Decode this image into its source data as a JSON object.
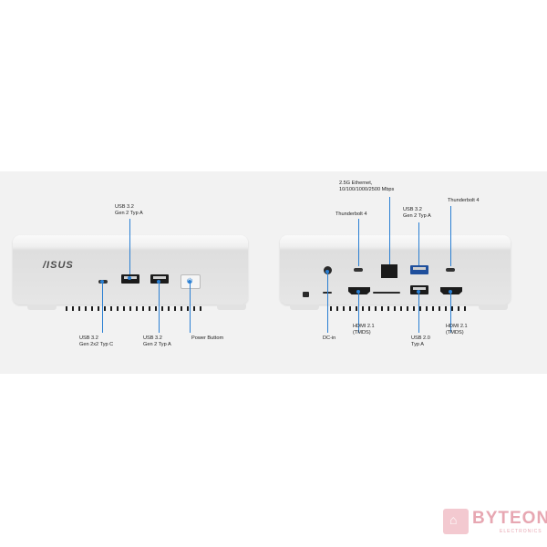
{
  "front": {
    "logo": "/ISUS",
    "labels": {
      "usb32_top": "USB 3.2\nGen 2 Typ A",
      "usb32_c": "USB 3.2\nGen 2x2 Typ C",
      "usb32_bottom": "USB 3.2\nGen 2 Typ A",
      "power": "Power Buttom"
    }
  },
  "back": {
    "labels": {
      "ethernet": "2.5G Ethernet,\n10/100/1000/2500 Mbps",
      "tb4_left": "Thunderbolt 4",
      "usb32": "USB 3.2\nGen 2 Typ A",
      "tb4_right": "Thunderbolt 4",
      "dcin": "DC-in",
      "hdmi_left": "HDMI 2.1\n(TMDS)",
      "usb20": "USB 2.0\nTyp A",
      "hdmi_right": "HDMI 2.1\n(TMDS)"
    }
  },
  "watermark": {
    "brand": "BYTEON",
    "sub": "ELECTRONICS"
  },
  "colors": {
    "accent": "#2a7fd3",
    "band": "#f2f2f2",
    "watermark": "#e7a7b2"
  }
}
